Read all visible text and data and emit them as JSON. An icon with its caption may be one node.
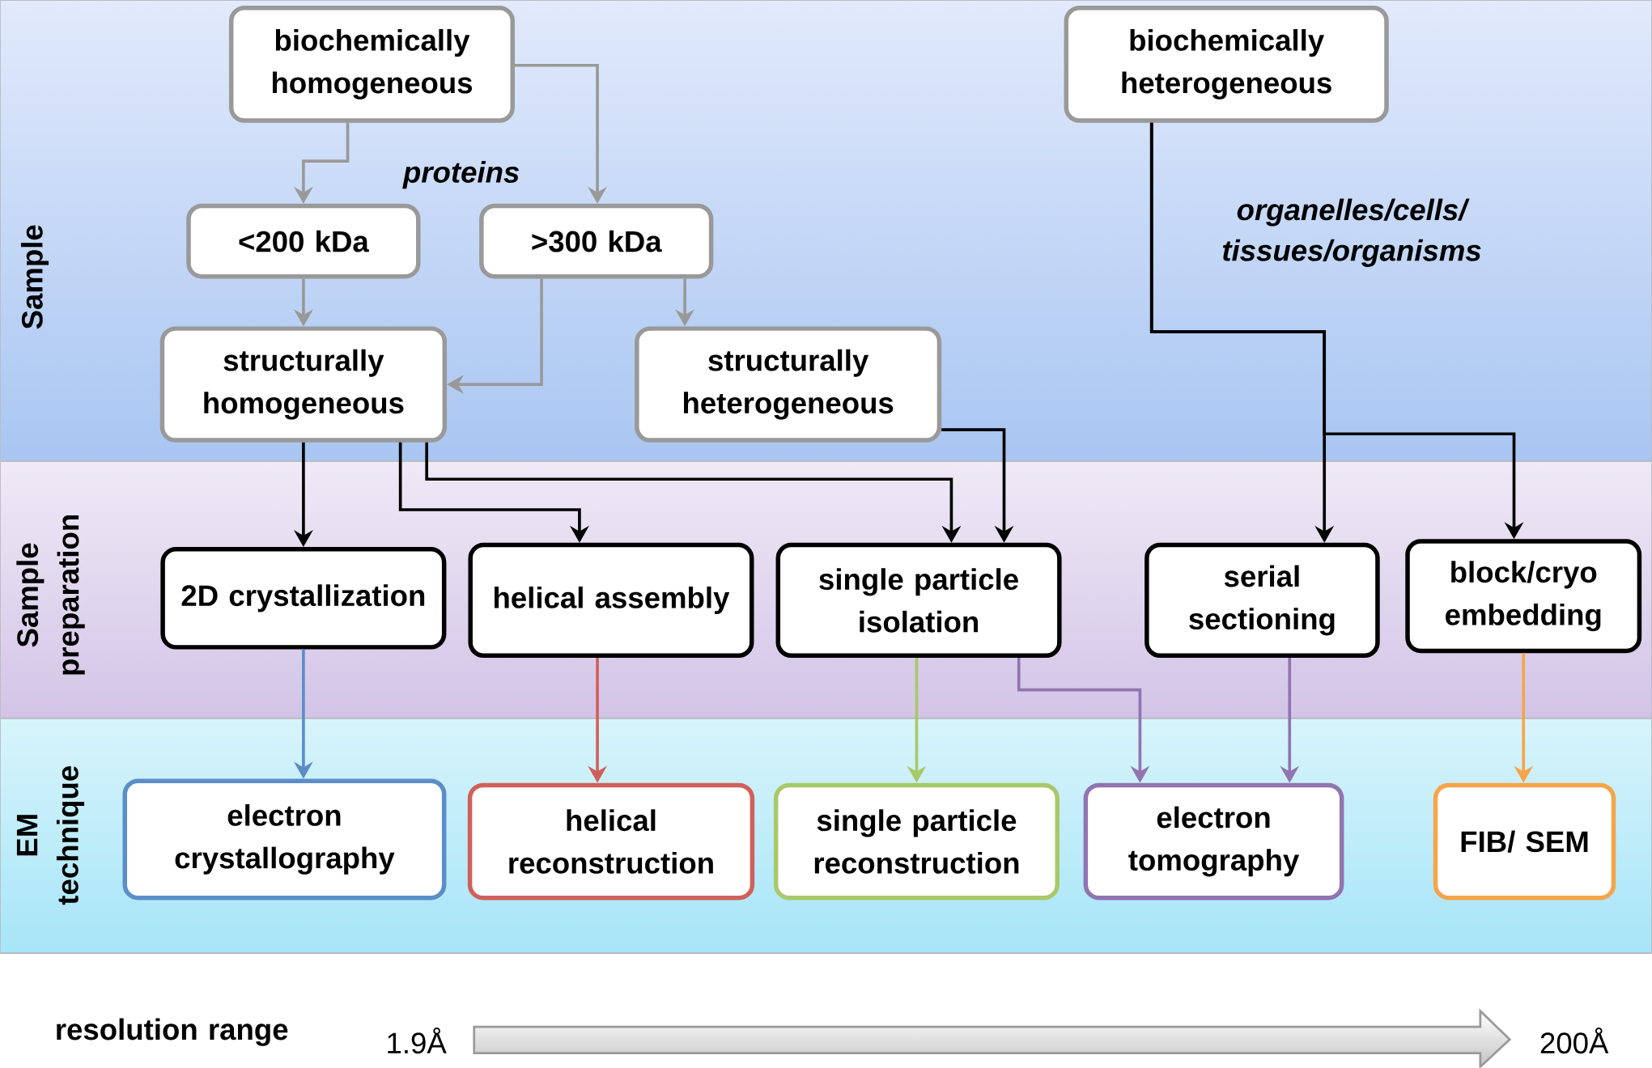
{
  "diagram": {
    "nodes": [
      {
        "text": [
          "biochemically homogeneous"
        ]
      },
      {
        "text": [
          "biochemically heterogeneous"
        ]
      },
      {
        "text": [
          "<200 kDa"
        ]
      },
      {
        "text": [
          ">300 kDa"
        ]
      },
      {
        "text": [
          "structurally homogeneous"
        ]
      },
      {
        "text": [
          "structurally heterogeneous"
        ]
      },
      {
        "text": [
          "2D crystallization"
        ]
      },
      {
        "text": [
          "helical assembly"
        ]
      },
      {
        "text": [
          "single particle isolation"
        ]
      },
      {
        "text": [
          "serial sectioning"
        ]
      },
      {
        "text": [
          "block/cryo embedding"
        ]
      },
      {
        "text": [
          "electron crystallography"
        ]
      },
      {
        "text": [
          "helical reconstruction"
        ]
      },
      {
        "text": [
          "single particle reconstruction"
        ]
      },
      {
        "text": [
          "electron tomography"
        ]
      },
      {
        "text": [
          "FIB/ SEM"
        ]
      }
    ],
    "edges": [
      {
        "from": 0,
        "to": 2,
        "arrow": "to",
        "color": "#999999"
      },
      {
        "from": 0,
        "to": 3,
        "arrow": "to",
        "color": "#999999"
      },
      {
        "from": 2,
        "to": 4,
        "arrow": "to",
        "color": "#999999"
      },
      {
        "from": 3,
        "to": 4,
        "arrow": "to",
        "color": "#999999"
      },
      {
        "from": 3,
        "to": 5,
        "arrow": "to",
        "color": "#999999"
      },
      {
        "from": 4,
        "to": 6,
        "arrow": "to"
      },
      {
        "from": 4,
        "to": 7,
        "arrow": "to"
      },
      {
        "from": 4,
        "to": 8,
        "arrow": "to"
      },
      {
        "from": 5,
        "to": 8,
        "arrow": "to"
      },
      {
        "from": 1,
        "to": 9,
        "arrow": "to"
      },
      {
        "from": 1,
        "to": 10,
        "arrow": "to"
      },
      {
        "from": 6,
        "to": 11,
        "arrow": "to",
        "color": "#5b8ec9"
      },
      {
        "from": 7,
        "to": 12,
        "arrow": "to",
        "color": "#d0605a"
      },
      {
        "from": 8,
        "to": 13,
        "arrow": "to",
        "color": "#a9c86a"
      },
      {
        "from": 8,
        "to": 14,
        "arrow": "to",
        "color": "#9174b0"
      },
      {
        "from": 9,
        "to": 14,
        "arrow": "to",
        "color": "#9174b0"
      },
      {
        "from": 10,
        "to": 15,
        "arrow": "to",
        "color": "#f6a54a"
      }
    ],
    "labels": [
      "proteins",
      "organelles/cells/ tissues/organisms",
      "Sample",
      "Sample preparation",
      "EM technique",
      "resolution range",
      "1.9Å",
      "200Å"
    ]
  }
}
